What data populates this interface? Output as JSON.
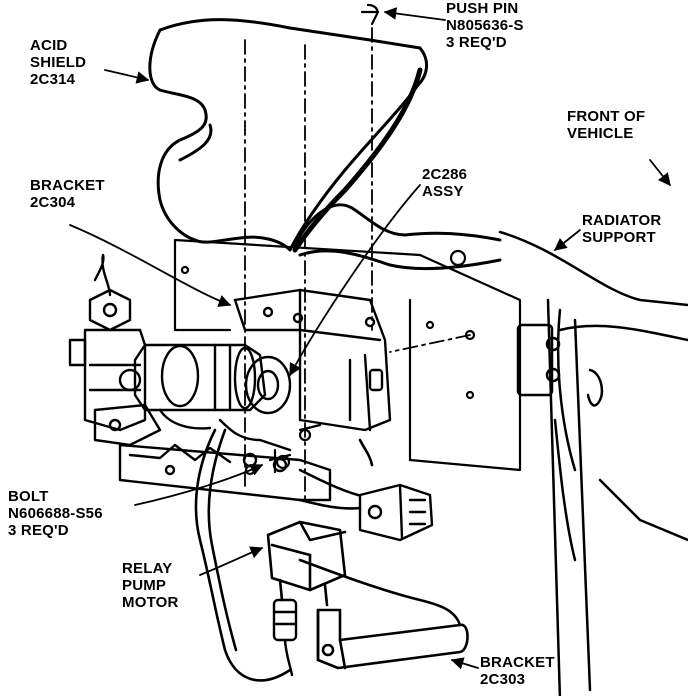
{
  "callouts": {
    "acid_shield": [
      "ACID",
      "SHIELD",
      "2C314"
    ],
    "push_pin": [
      "PUSH PIN",
      "N805636-S",
      "3 REQ'D"
    ],
    "front_of_vehicle": [
      "FRONT OF",
      "VEHICLE"
    ],
    "bracket_2c304": [
      "BRACKET",
      "2C304"
    ],
    "assy_2c286": [
      "2C286",
      "ASSY"
    ],
    "radiator_support": [
      "RADIATOR",
      "SUPPORT"
    ],
    "bolt": [
      "BOLT",
      "N606688-S56",
      "3 REQ'D"
    ],
    "relay_pump_motor": [
      "RELAY",
      "PUMP",
      "MOTOR"
    ],
    "bracket_2c303": [
      "BRACKET",
      "2C303"
    ]
  },
  "colors": {
    "ink": "#000000",
    "paper": "#ffffff"
  }
}
